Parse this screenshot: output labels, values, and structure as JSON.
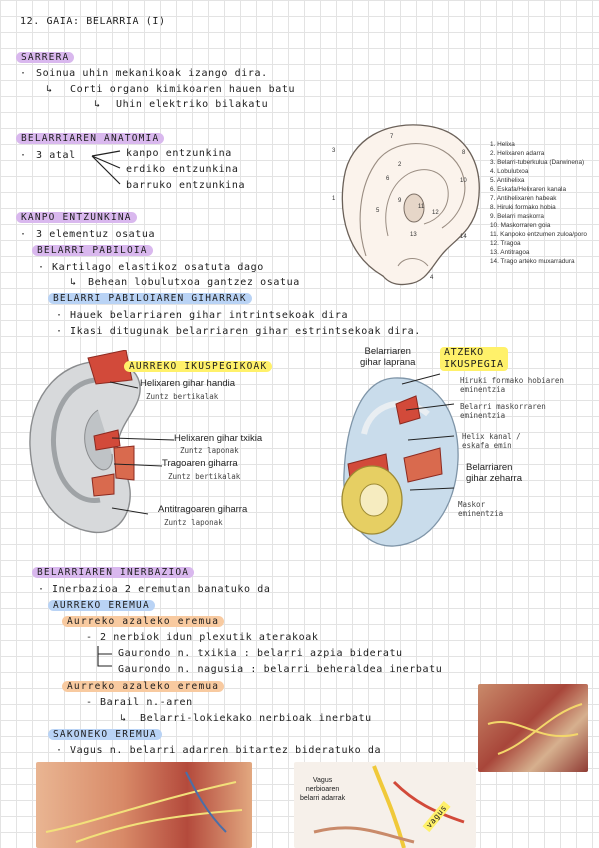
{
  "title": "12. GAIA: BELARRIA (I)",
  "sarrera": {
    "heading": "SARRERA",
    "line1": "Soinua uhin mekanikoak izango dira.",
    "line2": "Corti organo kimikoaren hauen batu",
    "line3": "Uhin elektriko bilakatu"
  },
  "anatomia": {
    "heading": "BELARRIAREN ANATOMIA",
    "lead": "3 atal",
    "parts": [
      "kanpo entzunkina",
      "erdiko entzunkina",
      "barruko entzunkina"
    ]
  },
  "ear_legend": [
    "1. Helixa",
    "2. Helixaren adarra",
    "3. Belarri-tuberkulua (Darwinena)",
    "4. Lobulutxoa",
    "5. Antihelixa",
    "6. Eskafa/Helixaren kanala",
    "7. Antihelixaren habeak",
    "8. Hiruki formako hobia",
    "9. Belarri maskorra",
    "10. Maskorraren goia",
    "11. Kanpoko entzumen zuloa/poro",
    "12. Tragoa",
    "13. Antitragoa",
    "14. Trago arteko muxarradura"
  ],
  "ear_numbers": [
    "1",
    "2",
    "3",
    "4",
    "5",
    "6",
    "7",
    "8",
    "9",
    "10",
    "11",
    "12",
    "13",
    "14"
  ],
  "kanpo": {
    "heading": "KANPO ENTZUNKINA",
    "line1": "3 elementuz osatua",
    "pabiloia_heading": "BELARRI PABILOIA",
    "line2": "Kartilago elastikoz osatuta dago",
    "line3": "Behean lobulutxoa gantzez osatua",
    "gihar_heading": "BELARRI PABILOIAREN GIHARRAK",
    "line4": "Hauek belarriaren gihar intrintsekoak dira",
    "line5": "Ikasi ditugunak belarriaren gihar estrintsekoak dira."
  },
  "aurreko": {
    "heading": "AURREKO IKUSPEGIKOAK",
    "labels": [
      {
        "name": "Helixaren gihar handia",
        "note": "Zuntz bertikalak"
      },
      {
        "name": "Helixaren gihar txikia",
        "note": "Zuntz laponak"
      },
      {
        "name": "Tragoaren giharra",
        "note": "Zuntz bertikalak"
      },
      {
        "name": "Antitragoaren giharra",
        "note": "Zuntz laponak"
      }
    ]
  },
  "atzeko": {
    "heading_line1": "ATZEKO",
    "heading_line2": "IKUSPEGIA",
    "top_label_line1": "Belarriaren",
    "top_label_line2": "gihar laprana",
    "notes": [
      "Hiruki formako hobiaren eminentzia",
      "Belarri maskorraren eminentzia",
      "Helix kanal / eskafa emin",
      "Maskor eminentzia"
    ],
    "zeharra_line1": "Belarriaren",
    "zeharra_line2": "gihar zeharra"
  },
  "inerbazioa": {
    "heading": "BELARRIAREN INERBAZIOA",
    "line1": "Inerbazioa 2 eremutan banatuko da",
    "aurreko_heading": "AURREKO EREMUA",
    "azaleko_a": "Aurreko azaleko eremua",
    "line2": "2 nerbiok idun plexutik aterakoak",
    "line3": "Gaurondo n. txikia : belarri azpia bideratu",
    "line4": "Gaurondo n. nagusia : belarri beheraldea inerbatu",
    "azaleko_b": "Aurreko azaleko eremua",
    "line5": "Barail n.-aren",
    "line6": "Belarri-lokiekako nerbioak inerbatu",
    "sakoneko_heading": "SAKONEKO EREMUA",
    "line7": "Vagus n. belarri adarren bitartez bideratuko da"
  },
  "bottom_labels": {
    "vagus_line1": "Vagus",
    "vagus_line2": "nerbioaren",
    "vagus_line3": "belarri adarrak",
    "vagus_tag": "vagus"
  },
  "colors": {
    "purple": "#d9b8ee",
    "blue": "#b9d3f5",
    "orange": "#f8caa0",
    "yellow": "#fff16a"
  }
}
